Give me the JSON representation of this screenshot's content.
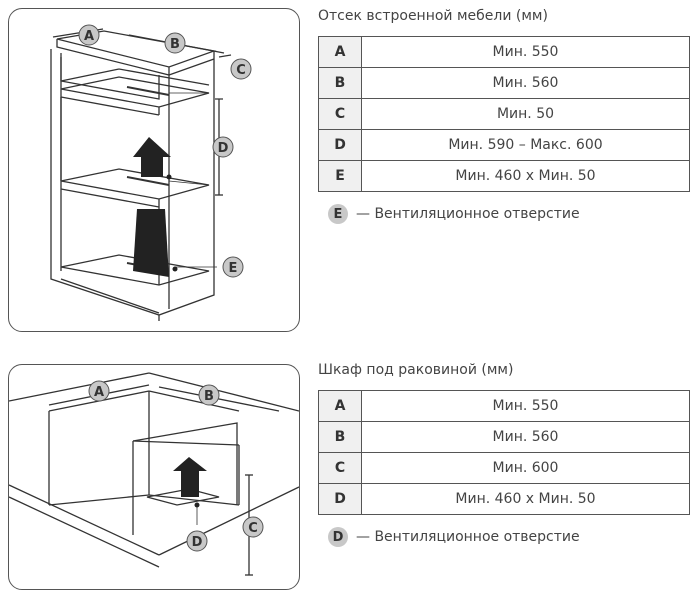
{
  "built_in": {
    "heading": "Отсек встроенной мебели (мм)",
    "rows": [
      {
        "key": "A",
        "value": "Мин. 550"
      },
      {
        "key": "B",
        "value": "Мин. 560"
      },
      {
        "key": "C",
        "value": "Мин. 50"
      },
      {
        "key": "D",
        "value": "Мин. 590 – Макс. 600"
      },
      {
        "key": "E",
        "value": "Мин. 460 x Мин. 50"
      }
    ],
    "note": {
      "key": "E",
      "text": "— Вентиляционное отверстие"
    },
    "diagram_labels": {
      "a": "A",
      "b": "B",
      "c": "C",
      "d": "D",
      "e": "E"
    }
  },
  "under_sink": {
    "heading": "Шкаф под раковиной (мм)",
    "rows": [
      {
        "key": "A",
        "value": "Мин. 550"
      },
      {
        "key": "B",
        "value": "Мин. 560"
      },
      {
        "key": "C",
        "value": "Мин. 600"
      },
      {
        "key": "D",
        "value": "Мин. 460 x Мин. 50"
      }
    ],
    "note": {
      "key": "D",
      "text": "— Вентиляционное отверстие"
    },
    "diagram_labels": {
      "a": "A",
      "b": "B",
      "c": "C",
      "d": "D"
    }
  },
  "colors": {
    "badge": "#c8c8c8",
    "line": "#333333",
    "arrow": "#222222"
  }
}
